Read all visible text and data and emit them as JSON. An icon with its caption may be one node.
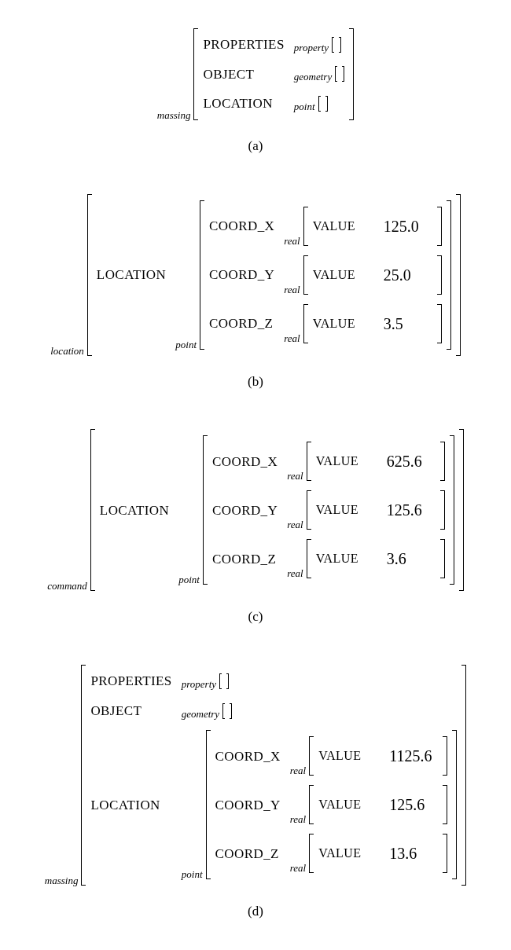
{
  "diagram": {
    "nodes": [
      {
        "text": [
          "PROPERTIES",
          "OBJECT",
          "LOCATION"
        ],
        "beside": [
          "massing"
        ]
      },
      {
        "text": [],
        "shape": "bracket",
        "in": 0,
        "beside": [
          "property"
        ]
      },
      {
        "text": [],
        "shape": "bracket",
        "in": 0,
        "beside": [
          "geometry"
        ]
      },
      {
        "text": [],
        "shape": "bracket",
        "in": 0,
        "beside": [
          "point"
        ]
      },
      {
        "text": [
          "LOCATION"
        ],
        "beside": [
          "location"
        ]
      },
      {
        "text": [
          "COORD_X",
          "COORD_Y",
          "COORD_Z"
        ],
        "in": 4,
        "beside": [
          "point"
        ]
      },
      {
        "text": [
          "VALUE",
          "125.0"
        ],
        "in": 5,
        "beside": [
          "real"
        ]
      },
      {
        "text": [
          "VALUE",
          "25.0"
        ],
        "in": 5,
        "beside": [
          "real"
        ]
      },
      {
        "text": [
          "VALUE",
          "3.5"
        ],
        "in": 5,
        "beside": [
          "real"
        ]
      },
      {
        "text": [
          "LOCATION"
        ],
        "beside": [
          "command"
        ]
      },
      {
        "text": [
          "COORD_X",
          "COORD_Y",
          "COORD_Z"
        ],
        "in": 9,
        "beside": [
          "point"
        ]
      },
      {
        "text": [
          "VALUE",
          "625.6"
        ],
        "in": 10,
        "beside": [
          "real"
        ]
      },
      {
        "text": [
          "VALUE",
          "125.6"
        ],
        "in": 10,
        "beside": [
          "real"
        ]
      },
      {
        "text": [
          "VALUE",
          "3.6"
        ],
        "in": 10,
        "beside": [
          "real"
        ]
      },
      {
        "text": [
          "PROPERTIES",
          "OBJECT",
          "LOCATION"
        ],
        "beside": [
          "massing"
        ]
      },
      {
        "text": [],
        "shape": "bracket",
        "in": 14,
        "beside": [
          "property"
        ]
      },
      {
        "text": [],
        "shape": "bracket",
        "in": 14,
        "beside": [
          "geometry"
        ]
      },
      {
        "text": [
          "COORD_X",
          "COORD_Y",
          "COORD_Z"
        ],
        "in": 14,
        "beside": [
          "point"
        ]
      },
      {
        "text": [
          "VALUE",
          "1125.6"
        ],
        "in": 17,
        "beside": [
          "real"
        ]
      },
      {
        "text": [
          "VALUE",
          "125.6"
        ],
        "in": 17,
        "beside": [
          "real"
        ]
      },
      {
        "text": [
          "VALUE",
          "13.6"
        ],
        "in": 17,
        "beside": [
          "real"
        ]
      }
    ],
    "edges": [],
    "labels": [
      "(a)",
      "(b)",
      "(c)",
      "(d)"
    ]
  }
}
